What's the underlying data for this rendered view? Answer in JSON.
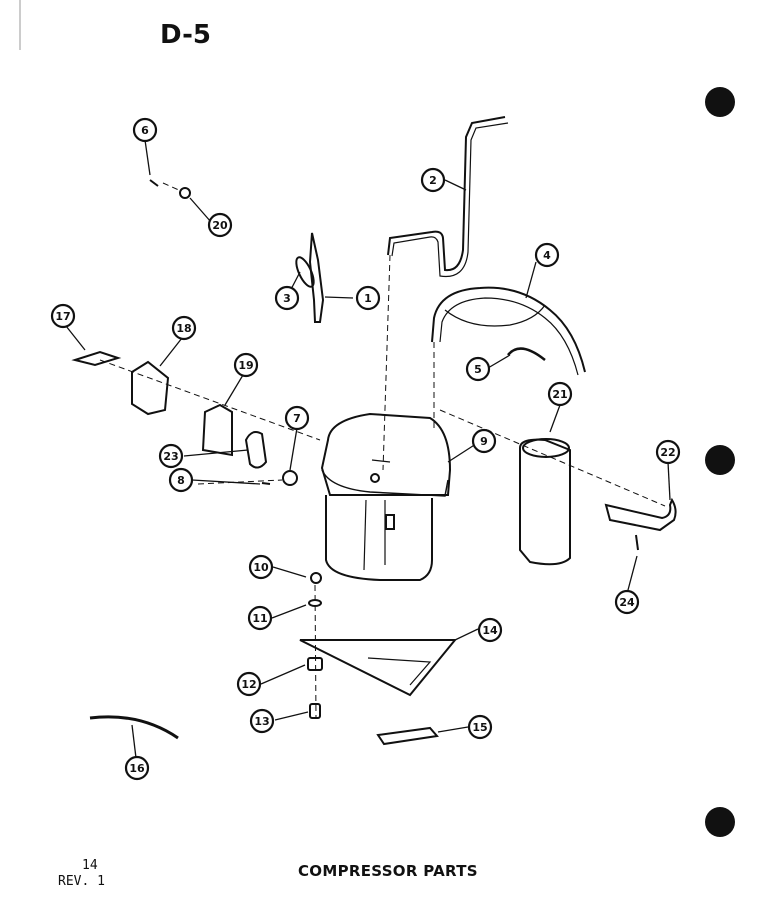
{
  "sheet_code": "D-5",
  "page_number": "14",
  "revision": "REV. 1",
  "caption": "COMPRESSOR PARTS",
  "callouts": [
    "1",
    "2",
    "3",
    "4",
    "5",
    "6",
    "7",
    "8",
    "9",
    "10",
    "11",
    "12",
    "13",
    "14",
    "15",
    "16",
    "17",
    "18",
    "19",
    "20",
    "21",
    "22",
    "23",
    "24"
  ]
}
